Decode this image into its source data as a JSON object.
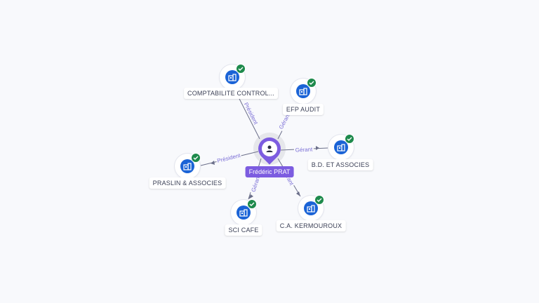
{
  "center": {
    "label": "Frédéric PRAT",
    "icon": "person-icon",
    "color": "#7c5ce0"
  },
  "nodes": [
    {
      "id": "comptabilite",
      "label": "COMPTABILITE CONTROL...",
      "relation": "Président",
      "icon": "company-icon",
      "verified": true
    },
    {
      "id": "efp",
      "label": "EFP AUDIT",
      "relation": "Gérant",
      "icon": "company-icon",
      "verified": true
    },
    {
      "id": "bd",
      "label": "B.D. ET ASSOCIES",
      "relation": "Gérant",
      "icon": "company-icon",
      "verified": true
    },
    {
      "id": "kermouroux",
      "label": "C.A. KERMOUROUX",
      "relation": "Gérant",
      "icon": "company-icon",
      "verified": true
    },
    {
      "id": "scicafe",
      "label": "SCI CAFE",
      "relation": "Gérant",
      "icon": "company-icon",
      "verified": true
    },
    {
      "id": "praslin",
      "label": "PRASLIN & ASSOCIES",
      "relation": "Président",
      "icon": "company-icon",
      "verified": true
    }
  ],
  "colors": {
    "node_icon": "#1a63d6",
    "verified_badge": "#1e8a4c",
    "edge_label": "#7b6fd6"
  }
}
